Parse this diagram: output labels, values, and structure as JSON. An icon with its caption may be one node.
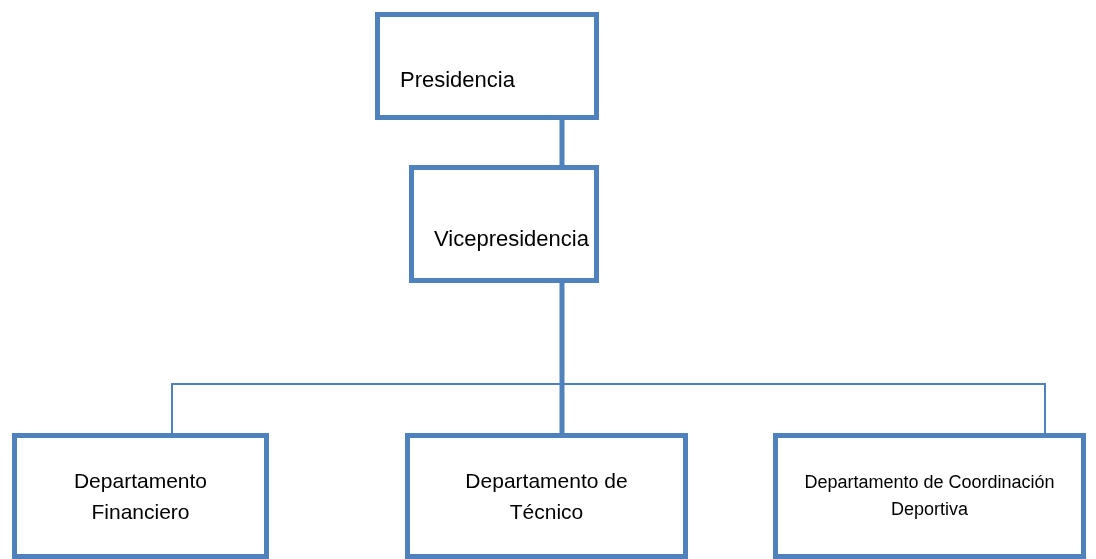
{
  "diagram": {
    "nodes": [
      {
        "text": [
          "Presidencia"
        ]
      },
      {
        "text": [
          "Vicepresidencia"
        ]
      },
      {
        "text": [
          "Departamento Financiero"
        ]
      },
      {
        "text": [
          "Departamento de Técnico"
        ]
      },
      {
        "text": [
          "Departamento de Coordinación Deportiva"
        ]
      }
    ],
    "edges": [
      {
        "from": 0,
        "to": 1,
        "arrow": "none",
        "style": "thick"
      },
      {
        "from": 1,
        "to": 3,
        "arrow": "none",
        "style": "thick"
      },
      {
        "from": 1,
        "to": 2,
        "arrow": "none"
      },
      {
        "from": 1,
        "to": 4,
        "arrow": "none"
      }
    ]
  }
}
